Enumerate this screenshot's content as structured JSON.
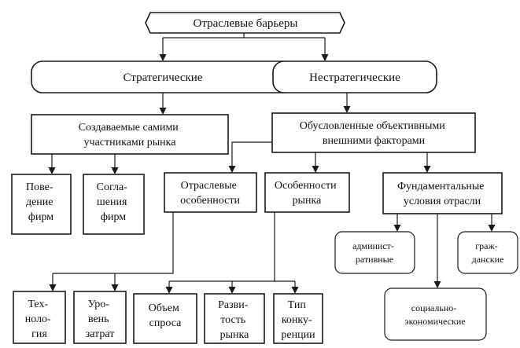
{
  "nodes": {
    "root": {
      "lines": [
        "Отраслевые барьеры"
      ]
    },
    "strategic": {
      "lines": [
        "Стратегические"
      ]
    },
    "nonstrategic": {
      "lines": [
        "Нестратегические"
      ]
    },
    "participants": {
      "lines": [
        "Создаваемые самими",
        "участниками рынка"
      ]
    },
    "objective": {
      "lines": [
        "Обусловленные объективными",
        "внешними факторами"
      ]
    },
    "firm_behavior": {
      "lines": [
        "Пове-",
        "дение",
        "фирм"
      ]
    },
    "firm_agreements": {
      "lines": [
        "Согла-",
        "шения",
        "фирм"
      ]
    },
    "industry_features": {
      "lines": [
        "Отраслевые",
        "особенности"
      ]
    },
    "market_features": {
      "lines": [
        "Особенности",
        "рынка"
      ]
    },
    "fundamental": {
      "lines": [
        "Фундаментальные",
        "условия отрасли"
      ]
    },
    "administrative": {
      "lines": [
        "админист-",
        "ративные"
      ]
    },
    "civil": {
      "lines": [
        "граж-",
        "данские"
      ]
    },
    "socioeconomic": {
      "lines": [
        "социально-",
        "экономические"
      ]
    },
    "technology": {
      "lines": [
        "Тех-",
        "ноло-",
        "гия"
      ]
    },
    "cost_level": {
      "lines": [
        "Уро-",
        "вень",
        "затрат"
      ]
    },
    "demand_volume": {
      "lines": [
        "Объем",
        "спроса"
      ]
    },
    "market_development": {
      "lines": [
        "Разви-",
        "тость",
        "рынка"
      ]
    },
    "competition_type": {
      "lines": [
        "Тип",
        "конку-",
        "ренции"
      ]
    }
  }
}
